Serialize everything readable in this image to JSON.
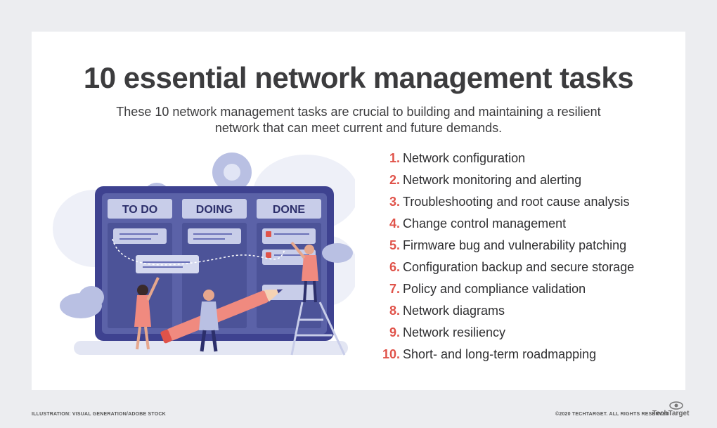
{
  "title": "10 essential network management tasks",
  "subtitle": "These 10 network management tasks are crucial to building and maintaining a resilient network that can meet current and future demands.",
  "board": {
    "columns": [
      "TO DO",
      "DOING",
      "DONE"
    ]
  },
  "tasks": [
    {
      "num": "1.",
      "label": "Network configuration"
    },
    {
      "num": "2.",
      "label": "Network monitoring and alerting"
    },
    {
      "num": "3.",
      "label": "Troubleshooting and root cause analysis"
    },
    {
      "num": "4.",
      "label": "Change control management"
    },
    {
      "num": "5.",
      "label": "Firmware bug and vulnerability patching"
    },
    {
      "num": "6.",
      "label": "Configuration backup and secure storage"
    },
    {
      "num": "7.",
      "label": "Policy and compliance validation"
    },
    {
      "num": "8.",
      "label": "Network diagrams"
    },
    {
      "num": "9.",
      "label": "Network resiliency"
    },
    {
      "num": "10.",
      "label": "Short- and long-term roadmapping"
    }
  ],
  "footer": {
    "credit": "ILLUSTRATION: VISUAL GENERATION/ADOBE STOCK",
    "copyright": "©2020 TECHTARGET. ALL RIGHTS RESERVED",
    "logo": "TechTarget"
  },
  "colors": {
    "accent": "#e0534a",
    "board": "#5b62a8",
    "text": "#3c3c3e"
  }
}
